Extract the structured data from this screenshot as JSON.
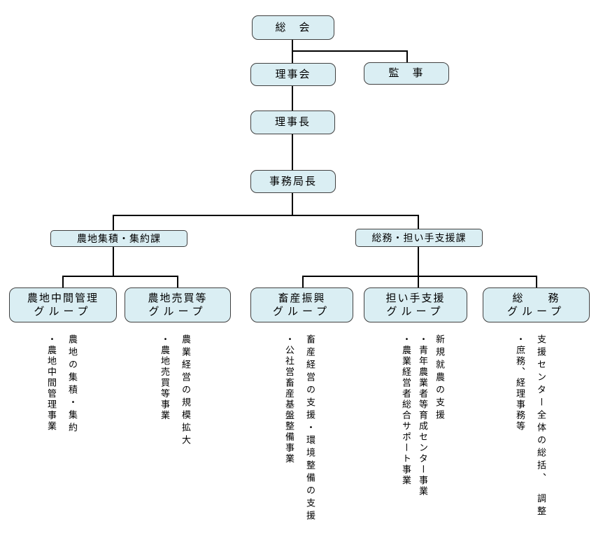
{
  "chart": {
    "type": "org-chart",
    "colors": {
      "box_fill": "#daeef3",
      "box_border": "#404040",
      "connector": "#000000",
      "background": "#ffffff",
      "text": "#000000"
    },
    "nodes": {
      "general_meeting": {
        "label": "総　会"
      },
      "board_of_directors": {
        "label": "理事会"
      },
      "auditor": {
        "label": "監　事"
      },
      "chairman": {
        "label": "理事長"
      },
      "secretary_general": {
        "label": "事務局長"
      },
      "division_left": {
        "label": "農地集積・集約課"
      },
      "division_right": {
        "label": "総務・担い手支援課"
      }
    },
    "groups": [
      {
        "name_line1": "農地中間管理",
        "name_line2": "グループ",
        "desc": [
          "農地の集積・集約",
          "・農地中間管理事業"
        ]
      },
      {
        "name_line1": "農地売買等",
        "name_line2": "グループ",
        "desc": [
          "農業経営の規模拡大",
          "・農地売買等事業"
        ]
      },
      {
        "name_line1": "畜産振興",
        "name_line2": "グループ",
        "desc": [
          "畜産経営の支援・環境整備の支援",
          "・公社営畜産基盤整備事業"
        ]
      },
      {
        "name_line1": "担い手支援",
        "name_line2": "グループ",
        "desc": [
          "新規就農の支援",
          "・青年農業者等育成センター事業",
          "・農業経営者総合サポート事業"
        ]
      },
      {
        "name_line1": "総　　務",
        "name_line2": "グループ",
        "desc": [
          "支援センター全体の総括、　調整",
          "・庶務、経理事務等"
        ]
      }
    ]
  }
}
